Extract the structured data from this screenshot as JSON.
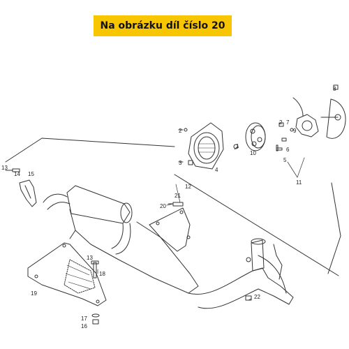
{
  "banner": {
    "text": "Na obrázku díl číslo 20"
  },
  "colors": {
    "banner": "#f7c600",
    "line": "#333333"
  },
  "callouts": [
    {
      "id": "c1",
      "text": "1"
    },
    {
      "id": "c2a",
      "text": "2"
    },
    {
      "id": "c2b",
      "text": "2"
    },
    {
      "id": "c3",
      "text": "3"
    },
    {
      "id": "c4",
      "text": "4"
    },
    {
      "id": "c5",
      "text": "5"
    },
    {
      "id": "c6",
      "text": "6"
    },
    {
      "id": "c7",
      "text": "7"
    },
    {
      "id": "c8",
      "text": "8"
    },
    {
      "id": "c9",
      "text": "9"
    },
    {
      "id": "c10",
      "text": "10"
    },
    {
      "id": "c11",
      "text": "11"
    },
    {
      "id": "c12",
      "text": "12"
    },
    {
      "id": "c13a",
      "text": "13"
    },
    {
      "id": "c13b",
      "text": "13"
    },
    {
      "id": "c14",
      "text": "14"
    },
    {
      "id": "c15",
      "text": "15"
    },
    {
      "id": "c16",
      "text": "16"
    },
    {
      "id": "c17",
      "text": "17"
    },
    {
      "id": "c18",
      "text": "18"
    },
    {
      "id": "c19",
      "text": "19"
    },
    {
      "id": "c20",
      "text": "20"
    },
    {
      "id": "c21",
      "text": "21"
    },
    {
      "id": "c22",
      "text": "22"
    }
  ]
}
